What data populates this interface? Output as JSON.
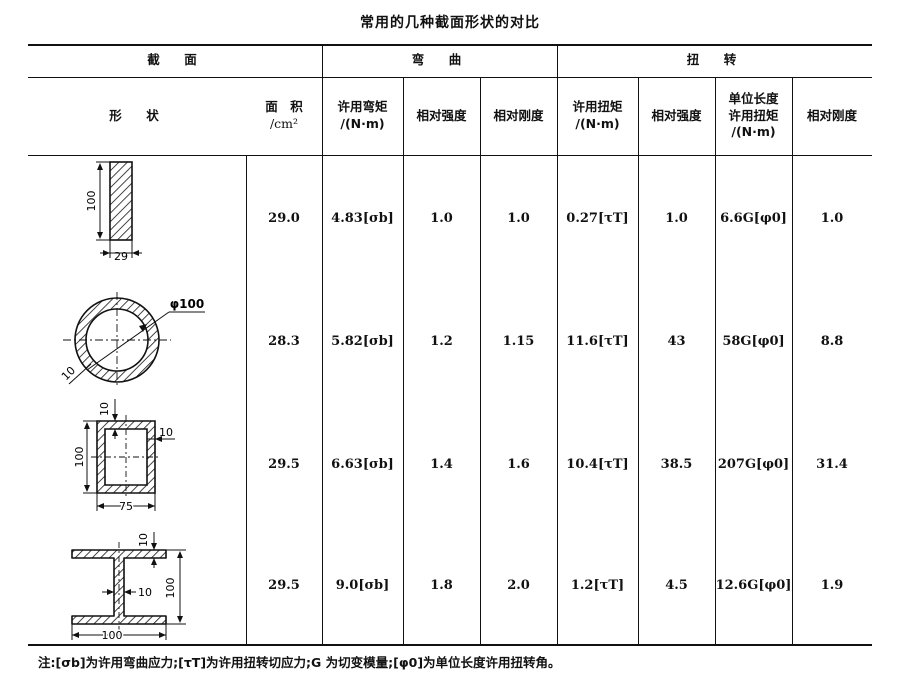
{
  "title": "常用的几种截面形状的对比",
  "header": {
    "section": "截　面",
    "bending": "弯　曲",
    "torsion": "扭　转",
    "shape": "形　状",
    "area": "面　积",
    "area_unit": "/cm²",
    "allow_bend_moment": "许用弯矩",
    "allow_bend_unit": "/(N·m)",
    "rel_strength_b": "相对强度",
    "rel_stiffness_b": "相对刚度",
    "allow_torque": "许用扭矩",
    "allow_torque_unit": "/(N·m)",
    "rel_strength_t": "相对强度",
    "unit_len_torque_1": "单位长度",
    "unit_len_torque_2": "许用扭矩",
    "unit_len_torque_unit": "/(N·m)",
    "rel_stiffness_t": "相对刚度"
  },
  "rows": [
    {
      "shape": "solid-rectangle",
      "dims": {
        "height": "100",
        "width": "29"
      },
      "area": "29.0",
      "bend_moment": "4.83[σb]",
      "bend_strength": "1.0",
      "bend_stiffness": "1.0",
      "torque": "0.27[τT]",
      "torsion_strength": "1.0",
      "unit_torque": "6.6G[φ0]",
      "torsion_stiffness": "1.0"
    },
    {
      "shape": "hollow-circle",
      "dims": {
        "diameter": "φ100",
        "wall": "10"
      },
      "area": "28.3",
      "bend_moment": "5.82[σb]",
      "bend_strength": "1.2",
      "bend_stiffness": "1.15",
      "torque": "11.6[τT]",
      "torsion_strength": "43",
      "unit_torque": "58G[φ0]",
      "torsion_stiffness": "8.8"
    },
    {
      "shape": "hollow-rectangle",
      "dims": {
        "top_wall": "10",
        "side_wall": "10",
        "height": "100",
        "width": "75"
      },
      "area": "29.5",
      "bend_moment": "6.63[σb]",
      "bend_strength": "1.4",
      "bend_stiffness": "1.6",
      "torque": "10.4[τT]",
      "torsion_strength": "38.5",
      "unit_torque": "207G[φ0]",
      "torsion_stiffness": "31.4"
    },
    {
      "shape": "i-beam",
      "dims": {
        "flange": "10",
        "web": "10",
        "height": "100",
        "width": "100"
      },
      "area": "29.5",
      "bend_moment": "9.0[σb]",
      "bend_strength": "1.8",
      "bend_stiffness": "2.0",
      "torque": "1.2[τT]",
      "torsion_strength": "4.5",
      "unit_torque": "12.6G[φ0]",
      "torsion_stiffness": "1.9"
    }
  ],
  "note": "注:[σb]为许用弯曲应力;[τT]为许用扭转切应力;G 为切变模量;[φ0]为单位长度许用扭转角。"
}
